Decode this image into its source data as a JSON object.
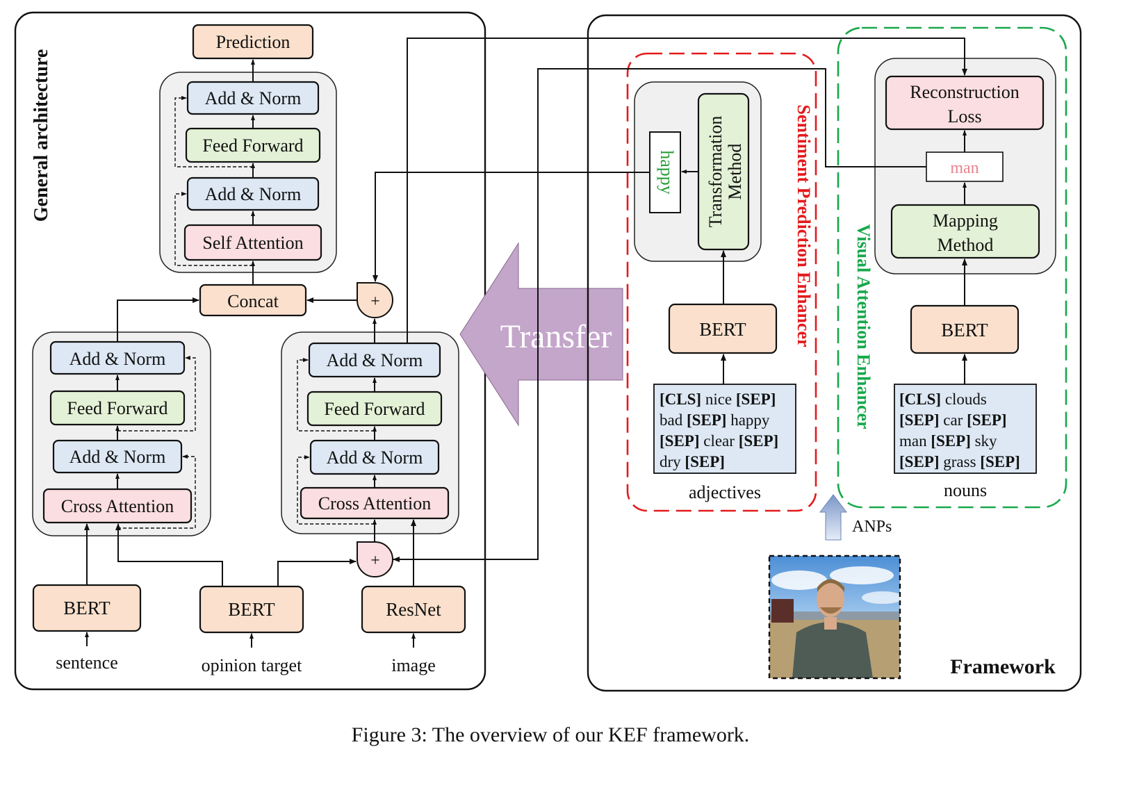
{
  "general": {
    "title": "General architecture",
    "prediction": "Prediction",
    "top_add_norm_1": "Add & Norm",
    "top_feed_forward": "Feed Forward",
    "top_add_norm_2": "Add & Norm",
    "self_attention": "Self Attention",
    "concat": "Concat",
    "plus_symbol": "+",
    "left_add_norm_1": "Add & Norm",
    "left_feed_forward": "Feed Forward",
    "left_add_norm_2": "Add & Norm",
    "left_cross_attention": "Cross Attention",
    "right_add_norm_1": "Add & Norm",
    "right_feed_forward": "Feed Forward",
    "right_add_norm_2": "Add & Norm",
    "right_cross_attention": "Cross Attention",
    "bert_sentence": "BERT",
    "bert_target": "BERT",
    "resnet": "ResNet",
    "input_sentence": "sentence",
    "input_target": "opinion target",
    "input_image": "image"
  },
  "transfer_label": "Transfer",
  "framework": {
    "title": "Framework",
    "sentiment_enhancer": {
      "title": "Sentiment Prediction Enhancer",
      "word": "happy",
      "method": [
        "Transformation",
        "Method"
      ],
      "bert": "BERT",
      "input_lines": [
        [
          {
            "t": "[CLS]",
            "b": true
          },
          {
            "t": " nice ",
            "b": false
          },
          {
            "t": "[SEP]",
            "b": true
          }
        ],
        [
          {
            "t": "bad ",
            "b": false
          },
          {
            "t": "[SEP]",
            "b": true
          },
          {
            "t": " happy",
            "b": false
          }
        ],
        [
          {
            "t": "[SEP]",
            "b": true
          },
          {
            "t": " clear ",
            "b": false
          },
          {
            "t": "[SEP]",
            "b": true
          }
        ],
        [
          {
            "t": "dry ",
            "b": false
          },
          {
            "t": "[SEP]",
            "b": true
          }
        ]
      ],
      "caption": "adjectives"
    },
    "visual_enhancer": {
      "title": "Visual Attention Enhancer",
      "loss": [
        "Reconstruction",
        "Loss"
      ],
      "word": "man",
      "method": [
        "Mapping",
        "Method"
      ],
      "bert": "BERT",
      "input_lines": [
        [
          {
            "t": "[CLS]",
            "b": true
          },
          {
            "t": " clouds",
            "b": false
          }
        ],
        [
          {
            "t": "[SEP]",
            "b": true
          },
          {
            "t": " car ",
            "b": false
          },
          {
            "t": "[SEP]",
            "b": true
          }
        ],
        [
          {
            "t": "man ",
            "b": false
          },
          {
            "t": "[SEP]",
            "b": true
          },
          {
            "t": " sky",
            "b": false
          }
        ],
        [
          {
            "t": "[SEP]",
            "b": true
          },
          {
            "t": " grass ",
            "b": false
          },
          {
            "t": "[SEP]",
            "b": true
          }
        ]
      ],
      "caption": "nouns"
    },
    "anps_label": "ANPs"
  },
  "caption": "Figure 3: The overview of our KEF framework.",
  "colors": {
    "sentiment": "#e31a1c",
    "visual": "#18a84b",
    "transfer_arrow": "#c3a6c9",
    "happy_text": "#2a9d3a",
    "man_text": "#e8838f"
  }
}
